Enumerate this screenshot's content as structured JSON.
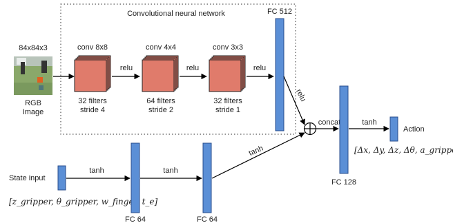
{
  "cnn_title": "Convolutional neural network",
  "input": {
    "size": "84x84x3",
    "label_line1": "RGB",
    "label_line2": "Image"
  },
  "conv_layers": [
    {
      "title": "conv 8x8",
      "line1": "32 filters",
      "line2": "stride 4"
    },
    {
      "title": "conv 4x4",
      "line1": "64 filters",
      "line2": "stride 2"
    },
    {
      "title": "conv 3x3",
      "line1": "32 filters",
      "line2": "stride 1"
    }
  ],
  "activations": {
    "relu": "relu",
    "tanh": "tanh",
    "concat": "concat"
  },
  "fc_512": "FC 512",
  "fc_64": "FC 64",
  "fc_128": "FC 128",
  "state_input": "State input",
  "state_vector": "[z_gripper, θ_gripper, w_finger, t_e]",
  "action": "Action",
  "action_vector": "[Δx, Δy, Δz, Δθ, a_gripper]",
  "colors": {
    "conv_fill": "#e07b6b",
    "conv_stroke": "#222222",
    "fc_fill": "#5b8fd6",
    "fc_stroke": "#2a4e8c",
    "dotted_border": "#555555"
  }
}
